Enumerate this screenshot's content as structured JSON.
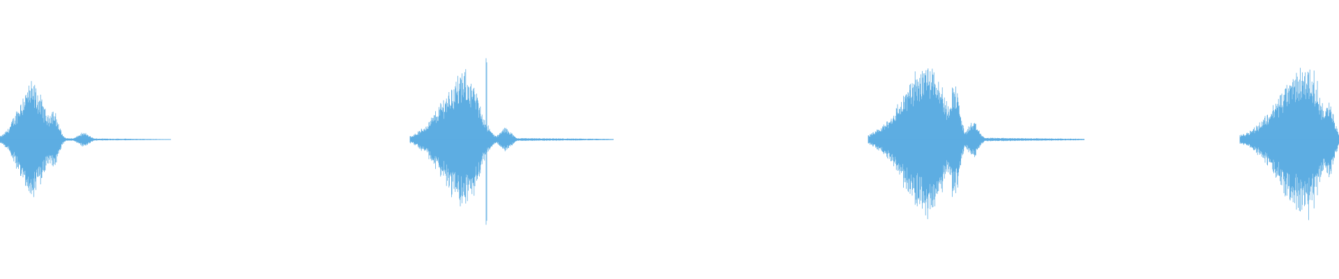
{
  "waveform": {
    "color": "#5dade2",
    "background": "#ffffff",
    "bursts": [
      {
        "peak_amplitude": 0.44,
        "tail_amplitude": 0.03
      },
      {
        "peak_amplitude": 0.52,
        "tail_amplitude": 0.03
      },
      {
        "peak_amplitude": 0.62,
        "tail_amplitude": 0.03
      },
      {
        "peak_amplitude": 0.58,
        "tail_amplitude": 0.03
      }
    ]
  }
}
